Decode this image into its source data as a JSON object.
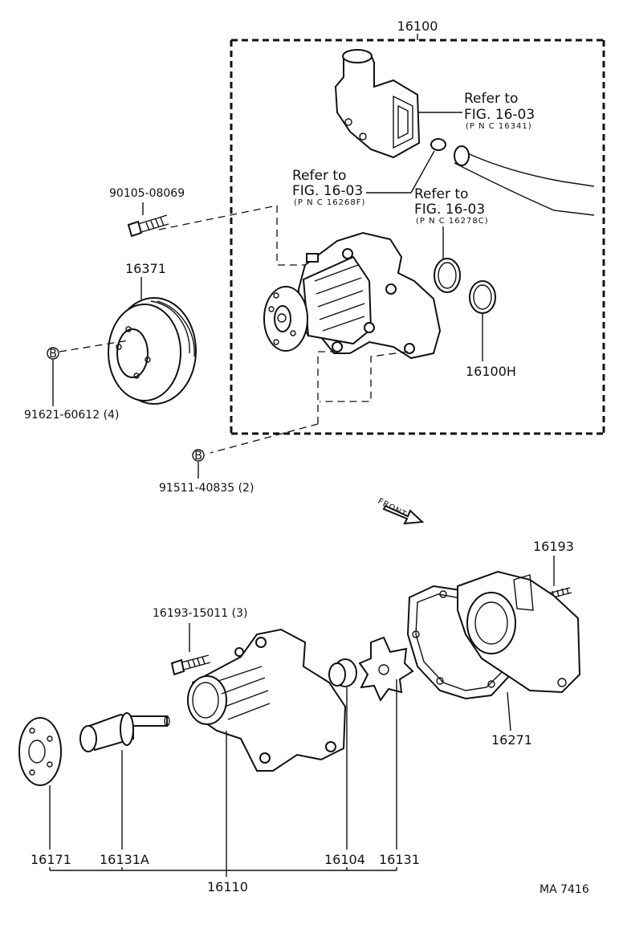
{
  "parts": {
    "assy_top": "16100",
    "refer1_a": "Refer to",
    "refer1_b": "FIG. 16-03",
    "refer1_c": "(P N C  16341)",
    "refer2_a": "Refer to",
    "refer2_b": "FIG. 16-03",
    "refer2_c": "(P N C  16268F)",
    "refer3_a": "Refer to",
    "refer3_b": "FIG. 16-03",
    "refer3_c": "(P N C  16278C)",
    "bolt_top": "90105-08069",
    "pulley": "16371",
    "circle_b1": "B",
    "pulley_bolt": "91621-60612 (4)",
    "circle_b2": "B",
    "pump_bolt": "91511-40835 (2)",
    "oring": "16100H",
    "front": "FRONT",
    "stud": "16193",
    "stud_bolt": "16193-15011 (3)",
    "gasket_cover": "16271",
    "hub": "16171",
    "bearing": "16131A",
    "body": "16110",
    "seal": "16104",
    "impeller": "16131",
    "code": "MA  7416"
  }
}
